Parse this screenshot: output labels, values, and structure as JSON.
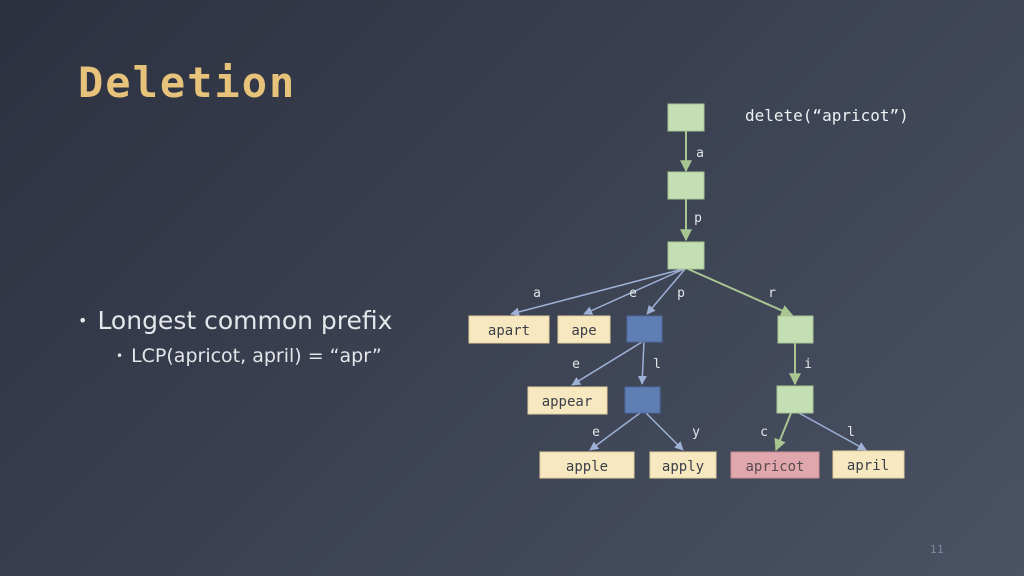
{
  "slide": {
    "title": "Deletion",
    "command": "delete(“apricot”)",
    "bullet_main": "Longest common prefix",
    "bullet_sub": "LCP(apricot, april) = “apr”",
    "page_number": "11"
  },
  "tree": {
    "edge_labels": {
      "root_a": "a",
      "a_p": "p",
      "p_a": "a",
      "p_e": "e",
      "p_p": "p",
      "p_r": "r",
      "pp_e": "e",
      "pp_l": "l",
      "pr_i": "i",
      "ppl_e": "e",
      "ppl_y": "y",
      "pri_c": "c",
      "pri_l": "l"
    },
    "leaves": {
      "apart": "apart",
      "ape": "ape",
      "appear": "appear",
      "apple": "apple",
      "apply": "apply",
      "apricot": "apricot",
      "april": "april"
    }
  },
  "colors": {
    "title": "#e6c27a",
    "node_green": "#c5dfb4",
    "node_blue": "#5f7fb4",
    "leaf_cream": "#f7e8c0",
    "leaf_deleted": "#e0a7ad",
    "edge_green": "#a8c592",
    "edge_blue": "#9db1d6"
  }
}
